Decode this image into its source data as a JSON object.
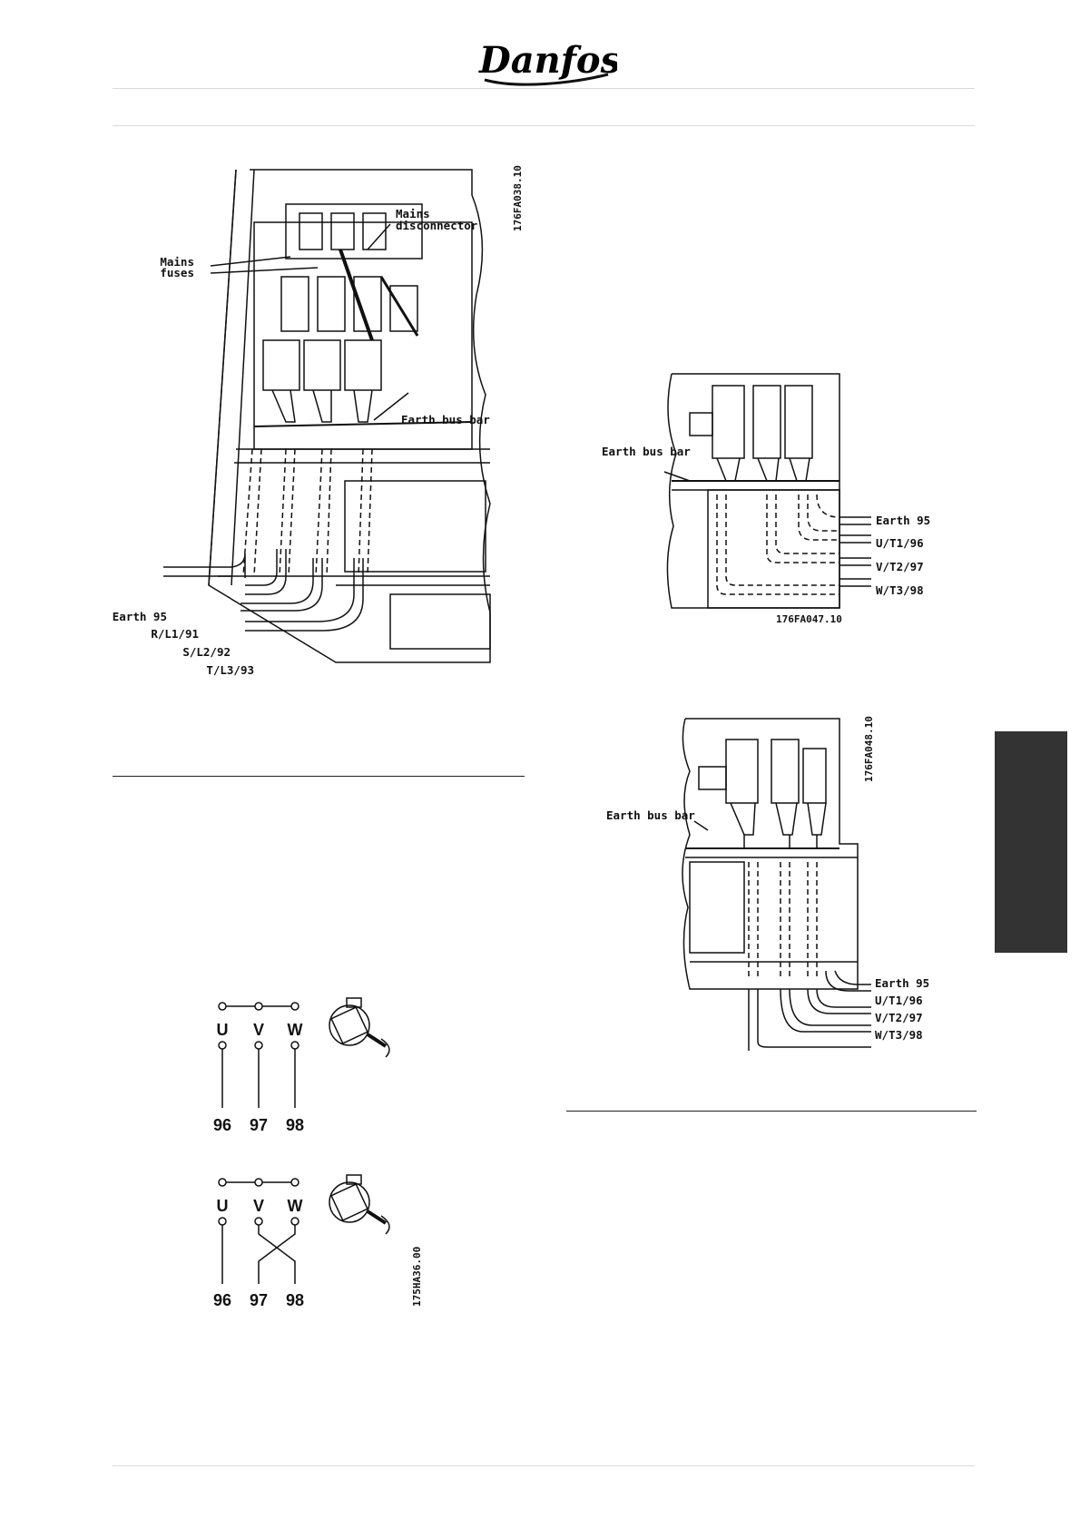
{
  "header": {
    "brand": "Danfoss"
  },
  "figure_mains": {
    "code": "176FA038.10",
    "callouts": {
      "mains_disconnector_1": "Mains",
      "mains_disconnector_2": "disconnector",
      "mains_fuses_1": "Mains",
      "mains_fuses_2": "fuses",
      "earth_bus_bar": "Earth bus bar"
    },
    "terminals": [
      "Earth 95",
      "R/L1/91",
      "S/L2/92",
      "T/L3/93"
    ]
  },
  "figure_motor_a": {
    "code": "176FA047.10",
    "earth_bus_bar": "Earth bus bar",
    "terminals": [
      "Earth 95",
      "U/T1/96",
      "V/T2/97",
      "W/T3/98"
    ]
  },
  "figure_motor_b": {
    "code": "176FA048.10",
    "earth_bus_bar": "Earth bus bar",
    "terminals": [
      "Earth 95",
      "U/T1/96",
      "V/T2/97",
      "W/T3/98"
    ]
  },
  "rotation_diagram": {
    "code": "175HA36.00",
    "top": {
      "phases": [
        "U",
        "V",
        "W"
      ],
      "terminals": [
        "96",
        "97",
        "98"
      ]
    },
    "bottom": {
      "phases": [
        "U",
        "V",
        "W"
      ],
      "terminals": [
        "96",
        "97",
        "98"
      ]
    }
  }
}
